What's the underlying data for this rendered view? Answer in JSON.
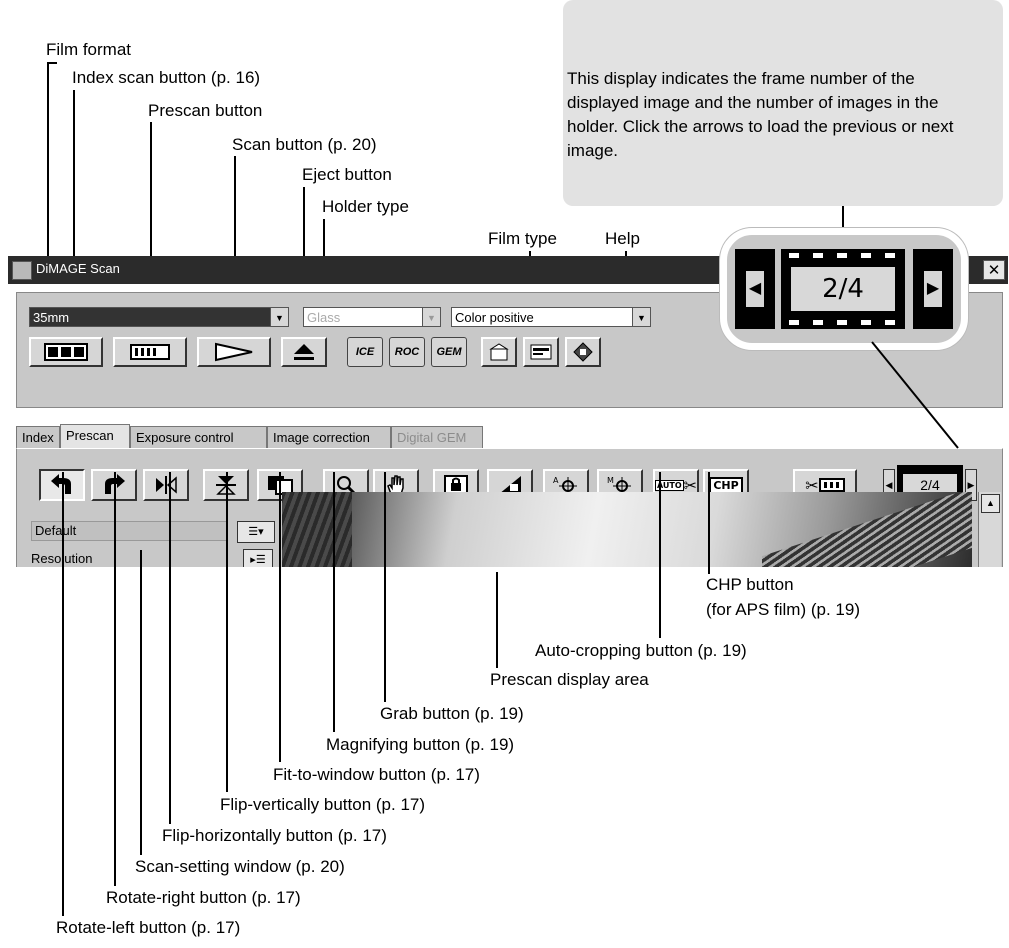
{
  "callout": {
    "text": "This display indicates the frame number of the displayed image and the number of images in the holder. Click the arrows to load the previous or next image."
  },
  "window": {
    "title": "DiMAGE Scan",
    "close_glyph": "✕"
  },
  "controls": {
    "film_format": "35mm",
    "holder_type": "Glass",
    "film_type": "Color positive",
    "ice_label": "ICE",
    "roc_label": "ROC",
    "gem_label": "GEM"
  },
  "tabs": [
    {
      "label": "Index"
    },
    {
      "label": "Prescan"
    },
    {
      "label": "Exposure control"
    },
    {
      "label": "Image correction"
    },
    {
      "label": "Digital GEM"
    }
  ],
  "settings": {
    "default_label": "Default",
    "resolution_label": "Resolution"
  },
  "frame_counter": {
    "value": "2/4"
  },
  "icons": {
    "rotate_left": "rotate-left-icon",
    "rotate_right": "rotate-right-icon",
    "flip_h": "flip-horizontal-icon",
    "flip_v": "flip-vertical-icon",
    "fit": "fit-to-window-icon",
    "magnify": "magnifier-icon",
    "grab": "hand-icon",
    "auto_label": "AUTO",
    "chp_label": "CHP"
  },
  "callout_labels": {
    "film_format": "Film format",
    "index_scan": "Index scan button (p. 16)",
    "prescan": "Prescan button",
    "scan": "Scan button (p. 20)",
    "eject": "Eject button",
    "holder_type": "Holder type",
    "film_type": "Film type",
    "help": "Help",
    "chp": "CHP button",
    "chp_sub": "(for APS film) (p. 19)",
    "auto_crop": "Auto-cropping button (p. 19)",
    "prescan_area": "Prescan display area",
    "grab": "Grab button (p. 19)",
    "magnify": "Magnifying button (p. 19)",
    "fit": "Fit-to-window button (p. 17)",
    "flip_v": "Flip-vertically button (p. 17)",
    "flip_h": "Flip-horizontally button (p. 17)",
    "scan_setting": "Scan-setting window (p. 20)",
    "rotate_right": "Rotate-right button (p. 17)",
    "rotate_left": "Rotate-left button (p. 17)"
  }
}
